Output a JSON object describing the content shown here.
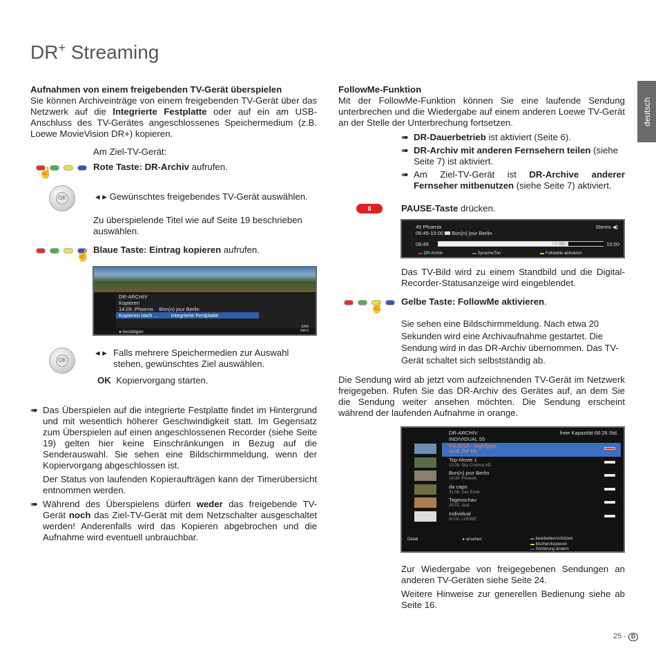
{
  "page": {
    "title": "DR",
    "title_sup": "+",
    "title_rest": " Streaming",
    "side_tab": "deutsch",
    "page_number": "25 -",
    "page_lang_badge": "D"
  },
  "left": {
    "heading": "Aufnahmen von einem freigebenden TV-Gerät überspielen",
    "intro_1": "Sie können Archiveinträge von einem freigebenden TV-Gerät über das Netzwerk auf die ",
    "intro_bold": "Integrierte Festplatte",
    "intro_2": " oder auf ein am USB-Anschluss des TV-Gerätes angeschlossenes Speichermedium (z.B. Loewe MovieVision DR+) kopieren.",
    "at_target": "Am Ziel-TV-Gerät:",
    "step_red_bold": "Rote Taste: DR-Archiv",
    "step_red_rest": " aufrufen.",
    "step_select": "Gewünschtes freigebendes TV-Gerät auswählen.",
    "step_title": "Zu überspielende Titel wie auf Seite 19 beschrieben auswählen.",
    "step_blue_bold": "Blaue Taste: Eintrag kopieren",
    "step_blue_rest": " aufrufen.",
    "step_multi": "Falls mehrere Speichermedien zur Auswahl stehen, gewünschtes Ziel auswählen.",
    "ok_label": "OK",
    "step_ok": "Kopiervorgang starten.",
    "note1": "Das Überspielen auf die integrierte Festplatte findet im Hintergrund und mit wesentlich höherer Geschwindigkeit statt. Im Gegensatz zum Überspielen auf einen angeschlossenen Recorder (siehe Seite 19) gelten hier keine Einschränkungen in Bezug auf die Senderauswahl. Sie sehen eine Bildschirmmeldung, wenn der Kopiervorgang abgeschlossen ist.",
    "note1b": "Der Status von laufenden Kopieraufträgen kann der Timerübersicht entnommen werden.",
    "note2_a": "Während des Überspielens dürfen ",
    "note2_b": "weder",
    "note2_c": " das freigebende TV-Gerät ",
    "note2_d": "noch",
    "note2_e": " das Ziel-TV-Gerät mit dem Netzschalter ausgeschaltet werden! Anderenfalls wird das Kopieren abgebrochen und die Aufnahme wird eventuell unbrauchbar.",
    "screen": {
      "l1": "DR-ARCHIV",
      "l2": "Kopieren",
      "date": "14.09. Phoenix",
      "prog": "Bon(n) jour Berlin",
      "row_a": "Kopieren nach ...",
      "row_b": "Integrierte Festplatte",
      "confirm": "bestätigen",
      "k1": "END",
      "k2": "INFO"
    }
  },
  "right": {
    "heading": "FollowMe-Funktion",
    "intro": "Mit der FollowMe-Funktion können Sie eine laufende Sendung unterbrechen und die Wiedergabe auf einem anderen Loewe TV-Gerät an der Stelle der Unterbrechung fortsetzen.",
    "req1_bold": "DR-Dauerbetrieb",
    "req1_rest": " ist aktiviert (Seite 6).",
    "req2_bold": "DR-Archiv mit anderen Fernsehern teilen",
    "req2_rest": " (siehe Seite 7) ist aktiviert.",
    "req3_a": "Am Ziel-TV-Gerät ist ",
    "req3_bold": "DR-Archive anderer Fernseher mitbenutzen",
    "req3_rest": " (siehe Seite 7) aktiviert.",
    "pause_btn": "II",
    "pause_bold": "PAUSE-Taste",
    "pause_rest": " drücken.",
    "bar": {
      "ch": "45 Phoenix",
      "stereo": "Stereo",
      "time": "09:45-10:00",
      "prog": "Bon(n) jour Berlin",
      "start": "09:45",
      "mid": "09:56",
      "end": "10:00",
      "legend1": "DR-Archiv",
      "legend2": "Sprache/Ton",
      "legend3": "FollowMe aktivieren",
      "progress": 0.73
    },
    "still": "Das TV-Bild wird zu einem Standbild und die Digital-Recorder-Statusanzeige wird eingeblendet.",
    "yellow_bold": "Gelbe Taste: FollowMe aktivieren",
    "yellow_rest": ".",
    "msg": "Sie sehen eine Bildschirmmeldung. Nach etwa 20 Sekunden wird eine Archivaufnahme gestartet. Die Sendung wird in das DR-Archiv übernommen. Das TV-Gerät schaltet sich selbstständig ab.",
    "para2": "Die Sendung wird ab jetzt vom aufzeichnenden TV-Gerät im Netzwerk freigegeben. Rufen Sie das DR-Archiv des Gerätes auf, an dem Sie die Sendung weiter ansehen möchten. Die Sendung erscheint während der laufenden Aufnahme in orange.",
    "archive": {
      "title": "DR-ARCHIV",
      "sub": "INDIVIDUAL 55",
      "capacity": "freie Kapazität 68:28 Std.",
      "items": [
        {
          "name": "IFA 2010 - Highlights",
          "meta": "16.08.   ZDF HD"
        },
        {
          "name": "Top-Movie 1",
          "meta": "15.09.   Sky Cinema HD"
        },
        {
          "name": "Bon(n) jour Berlin",
          "meta": "14.09.   Phoenix"
        },
        {
          "name": "da capo",
          "meta": "31.08.   Das Erste"
        },
        {
          "name": "Tagesschau",
          "meta": "29.07.   3sat"
        },
        {
          "name": "Individual",
          "meta": "00.00.   LOEWE"
        }
      ],
      "footer_detail": "Detail",
      "footer_view": "ansehen",
      "f1": "bearbeiten/schützen",
      "f2": "löschen/kopieren",
      "f3": "Sortierung ändern"
    },
    "end1": "Zur Wiedergabe von freigegebenen Sendungen an anderen TV-Geräten siehe Seite 24.",
    "end2": "Weitere Hinweise zur generellen Bedienung siehe ab Seite 16."
  }
}
